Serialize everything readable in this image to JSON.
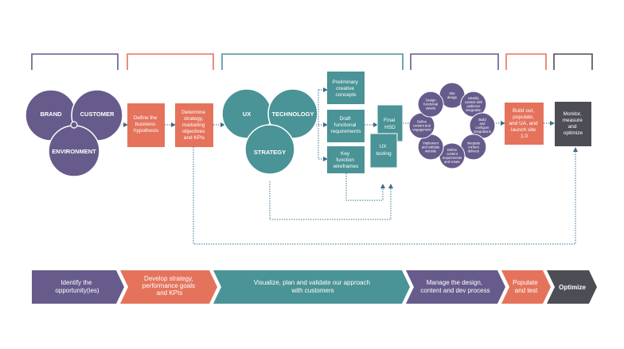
{
  "colors": {
    "purple": "#675b8c",
    "coral": "#e5735c",
    "teal": "#4a9396",
    "dark": "#4d4d55",
    "dot_line": "#3c6f8a"
  },
  "circles_left": {
    "brand": "BRAND",
    "customer": "CUSTOMER",
    "environment": "ENVIRONMENT"
  },
  "box_define": [
    "Define the",
    "business",
    "hypothesis"
  ],
  "box_determine": [
    "Determine",
    "strategy,",
    "marketing",
    "objectives",
    "and KPIs"
  ],
  "circles_mid": {
    "ux": "UX",
    "technology": "TECHNOLOGY",
    "strategy": "STRATEGY"
  },
  "teal_boxes": {
    "concepts": [
      "Preliminary",
      "creative",
      "concepts"
    ],
    "requirements": [
      "Draft",
      "functional",
      "requirements"
    ],
    "wireframes": [
      "Key",
      "function",
      "wireframes"
    ],
    "final": [
      "Final",
      "HSD"
    ],
    "ux_testing": [
      "UX",
      "testing"
    ]
  },
  "ring_nodes": [
    [
      "Site",
      "design"
    ],
    [
      "Identify",
      "content with",
      "audience",
      "integration"
    ],
    [
      "Build",
      "and",
      "configure",
      "integrations"
    ],
    [
      "Integrate",
      "content",
      "delivery"
    ],
    [
      "Define",
      "content",
      "requirements",
      "and create"
    ],
    [
      "Implement",
      "and validate",
      "website"
    ],
    [
      "Define",
      "content and",
      "engagement"
    ],
    [
      "Design",
      "functional",
      "assets"
    ]
  ],
  "box_build": [
    "Build out,",
    "populate,",
    "and UA, and",
    "launch site",
    "1.0"
  ],
  "box_monitor": [
    "Monitor,",
    "measure",
    "and",
    "optimize"
  ],
  "process_bar": {
    "step1": [
      "Identify the",
      "opportunity(ies)"
    ],
    "step2": [
      "Develop strategy,",
      "performance goals",
      "and KPIs"
    ],
    "step3": [
      "Visualize, plan and validate our approach",
      "with customers"
    ],
    "step4": [
      "Manage the design,",
      "content and dev process"
    ],
    "step5": [
      "Populate",
      "and test"
    ],
    "step6": [
      "Optimize"
    ]
  }
}
